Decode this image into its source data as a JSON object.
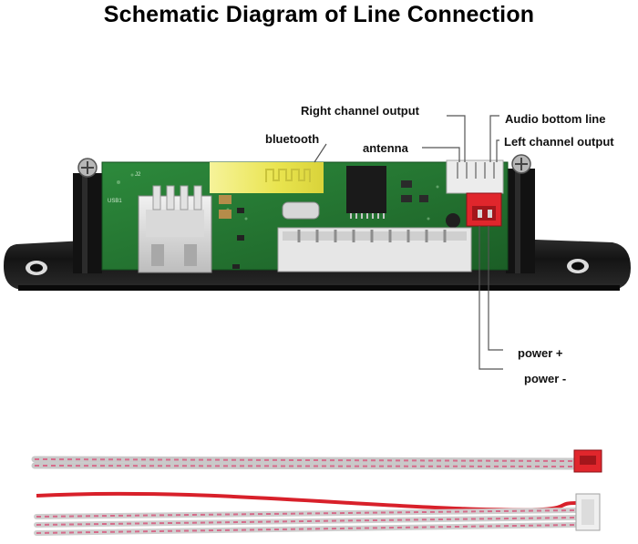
{
  "title": "Schematic Diagram of Line Connection",
  "labels": {
    "right_channel_output": "Right channel output",
    "audio_bottom_line": "Audio bottom line",
    "bluetooth": "bluetooth",
    "antenna": "antenna",
    "left_channel_output": "Left channel output",
    "power_plus": "power +",
    "power_minus": "power -"
  },
  "colors": {
    "pcb": "#1f6b2d",
    "housing": "#1a1a1a",
    "bluetooth_module": "#f2ef7a",
    "power_connector": "#e0262c",
    "cable_red": "#d8202a",
    "cable_stripe": "#d66b8a"
  }
}
